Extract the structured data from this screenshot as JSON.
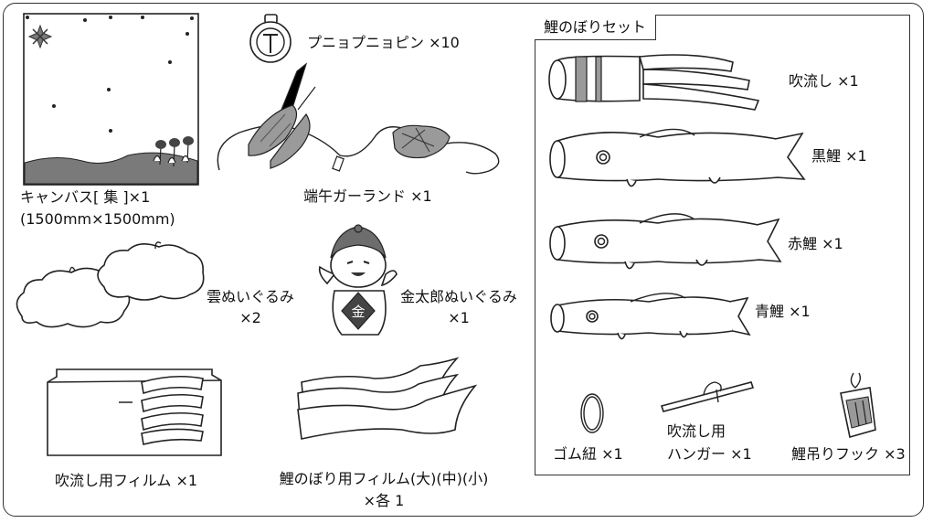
{
  "set_box": {
    "title": "鯉のぼりセット"
  },
  "items": {
    "canvas": {
      "name": "キャンバス[ 集 ]×1",
      "size": "(1500mm×1500mm)"
    },
    "pushpin": {
      "name": "プニョプニョピン ×10"
    },
    "garland": {
      "name": "端午ガーランド ×1"
    },
    "cloud": {
      "name": "雲ぬいぐるみ",
      "count": "×2"
    },
    "kintaro": {
      "name": "金太郎ぬいぐるみ",
      "count": "×1"
    },
    "fukinagashi_film": {
      "name": "吹流し用フィルム ×1"
    },
    "koi_film": {
      "name": "鯉のぼり用フィルム(大)(中)(小)",
      "count": "×各 1"
    },
    "fukinagashi": {
      "name": "吹流し ×1"
    },
    "black_koi": {
      "name": "黒鯉 ×1"
    },
    "red_koi": {
      "name": "赤鯉 ×1"
    },
    "blue_koi": {
      "name": "青鯉 ×1"
    },
    "rubber": {
      "name": "ゴム紐 ×1"
    },
    "hanger": {
      "line1": "吹流し用",
      "line2": "ハンガー ×1"
    },
    "hook": {
      "name": "鯉吊りフック ×3"
    },
    "kanji_gold": "金"
  }
}
